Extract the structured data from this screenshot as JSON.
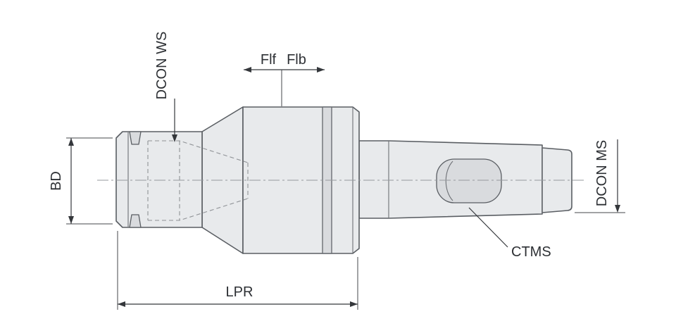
{
  "drawing": {
    "title": "Collet chuck with morse taper shank - dimensioned side view",
    "labels": {
      "bd": "BD",
      "dcon_ws": "DCON WS",
      "flf": "Flf",
      "flb": "Flb",
      "dcon_ms": "DCON MS",
      "ctms": "CTMS",
      "lpr": "LPR"
    },
    "colors": {
      "body_fill": "#e8eaec",
      "groove_fill": "#d9dbde",
      "outline": "#5a5e63",
      "hidden_line": "#8f9296",
      "centerline": "#96999e",
      "dimension": "#34373b",
      "text": "#2d3034",
      "background": "#ffffff"
    }
  }
}
